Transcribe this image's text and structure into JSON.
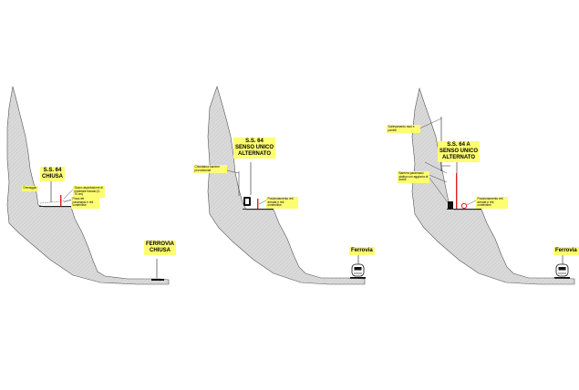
{
  "colors": {
    "terrain_fill": "#d9d9d9",
    "terrain_stroke": "#555555",
    "label_bg": "#fdfd72",
    "barrier_red": "#e02020",
    "line": "#222222"
  },
  "panels": [
    {
      "title": "S.S. 64\nCHIUSA",
      "railway_label": "FERROVIA\nCHIUSA",
      "annotations": {
        "drainage": "Drenaggio",
        "removal": "Scavo asportazione di materiale franato (0-70 cm)",
        "rockfall": "Posa reti paramassi e reti contenitive"
      }
    },
    {
      "title": "S.S. 64\nSENSO UNICO\nALTERNATO",
      "railway_label": "Ferrovia",
      "annotations": {
        "barrier": "Chiodatura barriere provvisionali",
        "nets": "Posizionamento reti armate e reti contenitive"
      }
    },
    {
      "title": "S.S. 64 A\nSENSO UNICO\nALTERNATO",
      "railway_label": "Ferrovia",
      "annotations": {
        "wall": "Sollevamento muri e panelli",
        "static_barrier": "Barriera paramassi statica con aggiunta di tiranti",
        "nets": "Posizionamento reti armate e reti contenitive"
      }
    }
  ]
}
